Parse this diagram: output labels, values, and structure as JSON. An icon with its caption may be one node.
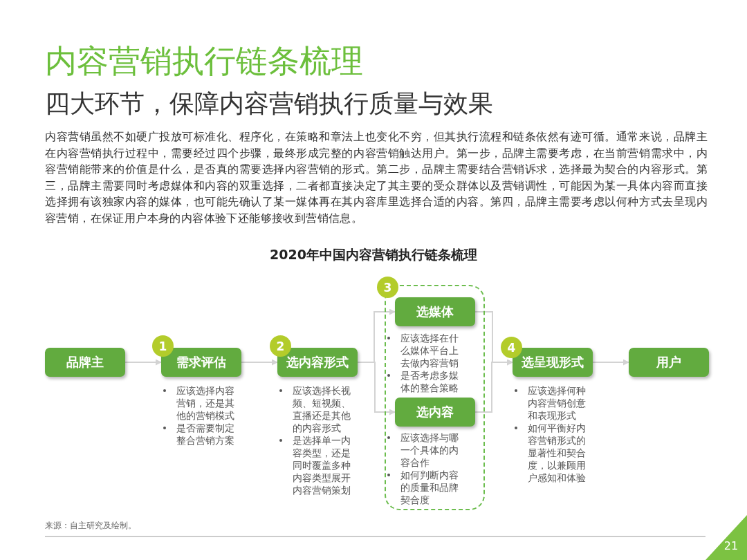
{
  "diagram": {
    "title": "内容营销执行链条梳理",
    "nodes": [
      {
        "text": [
          "品牌主"
        ]
      },
      {
        "text": [
          "1"
        ]
      },
      {
        "text": [
          "需求评估"
        ],
        "beside": [
          "应该选择内容营销，还是其他的营销模式",
          "是否需要制定整合营销方案"
        ]
      },
      {
        "text": [
          "2"
        ]
      },
      {
        "text": [
          "选内容形式"
        ],
        "beside": [
          "应该选择长视频、短视频、直播还是其他的内容形式",
          "是选择单一内容类型，还是同时覆盖多种内容类型展开内容营销策划"
        ]
      },
      {
        "text": [],
        "shape": "box"
      },
      {
        "text": [
          "3"
        ]
      },
      {
        "text": [
          "选媒体"
        ],
        "in": 5,
        "beside": [
          "应该选择在什么媒体平台上去做内容营销",
          "是否考虑多媒体的整合策略"
        ]
      },
      {
        "text": [
          "选内容"
        ],
        "in": 5,
        "beside": [
          "应该选择与哪一个具体的内容合作",
          "如何判断内容的质量和品牌契合度"
        ]
      },
      {
        "text": [
          "4"
        ]
      },
      {
        "text": [
          "选呈现形式"
        ],
        "beside": [
          "应该选择何种内容营销创意和表现形式",
          "如何平衡好内容营销形式的显著性和契合度，以兼顾用户感知和体验"
        ]
      },
      {
        "text": [
          "用户"
        ]
      }
    ],
    "edges": [
      {
        "from": 0,
        "to": 2,
        "arrow": "to"
      },
      {
        "from": 2,
        "to": 4,
        "arrow": "to"
      },
      {
        "from": 4,
        "to": 7,
        "arrow": "to"
      },
      {
        "from": 4,
        "to": 8,
        "arrow": "to"
      },
      {
        "from": 7,
        "to": 10,
        "arrow": "to"
      },
      {
        "from": 8,
        "to": 10,
        "arrow": "to"
      },
      {
        "from": 10,
        "to": 11,
        "arrow": "to"
      }
    ],
    "labels": [
      "四大环节，保障内容营销执行质量与效果",
      "内容营销虽然不如硬广投放可标准化、程序化，在策略和章法上也变化不穷，但其执行流程和链条依然有迹可循。通常来说，品牌主在内容营销执行过程中，需要经过四个步骤，最终形成完整的内容营销触达用户。第一步，品牌主需要考虑，在当前营销需求中，内容营销能带来的价值是什么，是否真的需要选择内容营销的形式。第二步，品牌主需要结合营销诉求，选择最为契合的内容形式。第三，品牌主需要同时考虑媒体和内容的双重选择，二者都直接决定了其主要的受众群体以及营销调性，可能因为某一具体内容而直接选择拥有该独家内容的媒体，也可能先确认了某一媒体再在其内容库里选择合适的内容。第四，品牌主需要考虑以何种方式去呈现内容营销，在保证用户本身的内容体验下还能够接收到营销信息。",
      "2020年中国内容营销执行链条梳理",
      "来源：自主研究及绘制。",
      "21"
    ]
  }
}
